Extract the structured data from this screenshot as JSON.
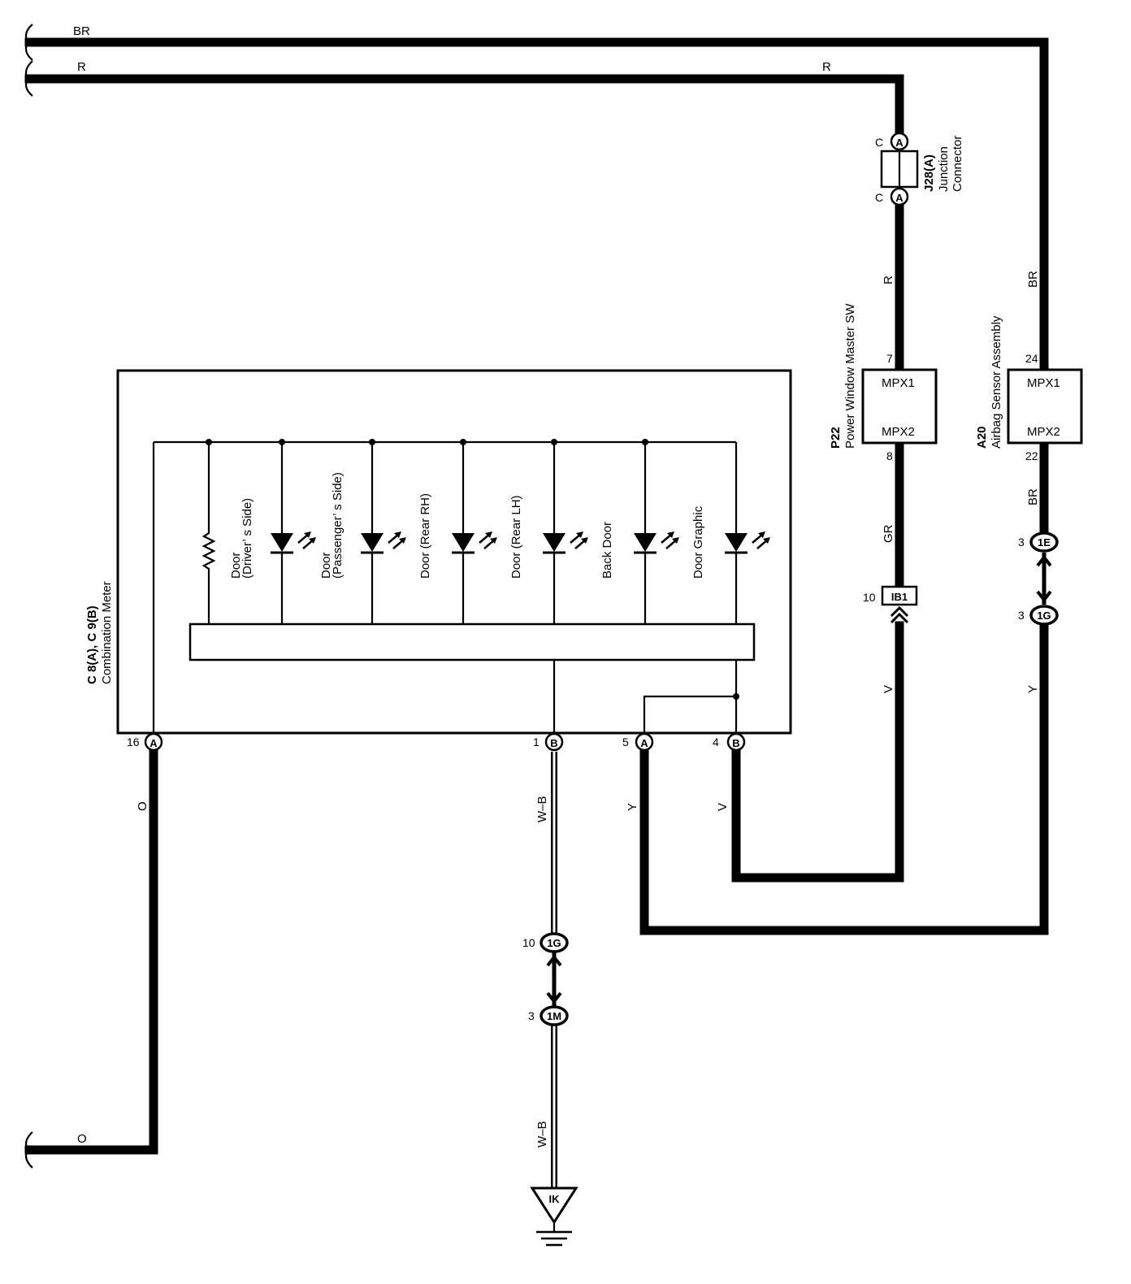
{
  "wires": {
    "br_top": "BR",
    "r_top_left": "R",
    "r_top_right": "R",
    "r_vert": "R",
    "br_vert": "BR",
    "gr": "GR",
    "br_lower": "BR",
    "v_vert": "V",
    "y_vert": "Y",
    "o_vert": "O",
    "o_bottom": "O",
    "wb_upper": "W–B",
    "wb_lower": "W–B",
    "y_a5": "Y",
    "v_b4": "V"
  },
  "components": {
    "combination_meter": {
      "id": "C 8(A), C 9(B)",
      "name": "Combination Meter"
    },
    "power_window": {
      "id": "P22",
      "name": "Power Window Master SW",
      "pin_top": "MPX1",
      "pin_bottom": "MPX2"
    },
    "airbag": {
      "id": "A20",
      "name": "Airbag Sensor Assembly",
      "pin_top": "MPX1",
      "pin_bottom": "MPX2"
    },
    "junction": {
      "id": "J28(A)",
      "name_line1": "Junction",
      "name_line2": "Connector"
    }
  },
  "leds": [
    {
      "line1": "Door",
      "line2": "(Driver’ s Side)"
    },
    {
      "line1": "Door",
      "line2": "(Passenger’ s Side)"
    },
    {
      "line1": "Door (Rear RH)",
      "line2": ""
    },
    {
      "line1": "Door (Rear LH)",
      "line2": ""
    },
    {
      "line1": "Back Door",
      "line2": ""
    },
    {
      "line1": "Door Graphic",
      "line2": ""
    }
  ],
  "pins": {
    "pw_top": "7",
    "pw_bottom": "8",
    "ab_top": "24",
    "ab_bottom": "22",
    "cm_16": "16",
    "cm_1": "1",
    "cm_5": "5",
    "cm_4": "4",
    "j_top": "C",
    "j_bottom": "C",
    "ib1": "10",
    "e1": "3",
    "g1_right": "3",
    "g1_mid": "10",
    "m1": "3"
  },
  "connectors": {
    "ja_top": "A",
    "ja_bottom": "A",
    "cm16": "A",
    "cm1": "B",
    "cm5": "A",
    "cm4": "B",
    "ib1": "IB1",
    "e1": "1E",
    "g1_right": "1G",
    "g1_mid": "1G",
    "m1": "1M",
    "ground": "IK"
  }
}
